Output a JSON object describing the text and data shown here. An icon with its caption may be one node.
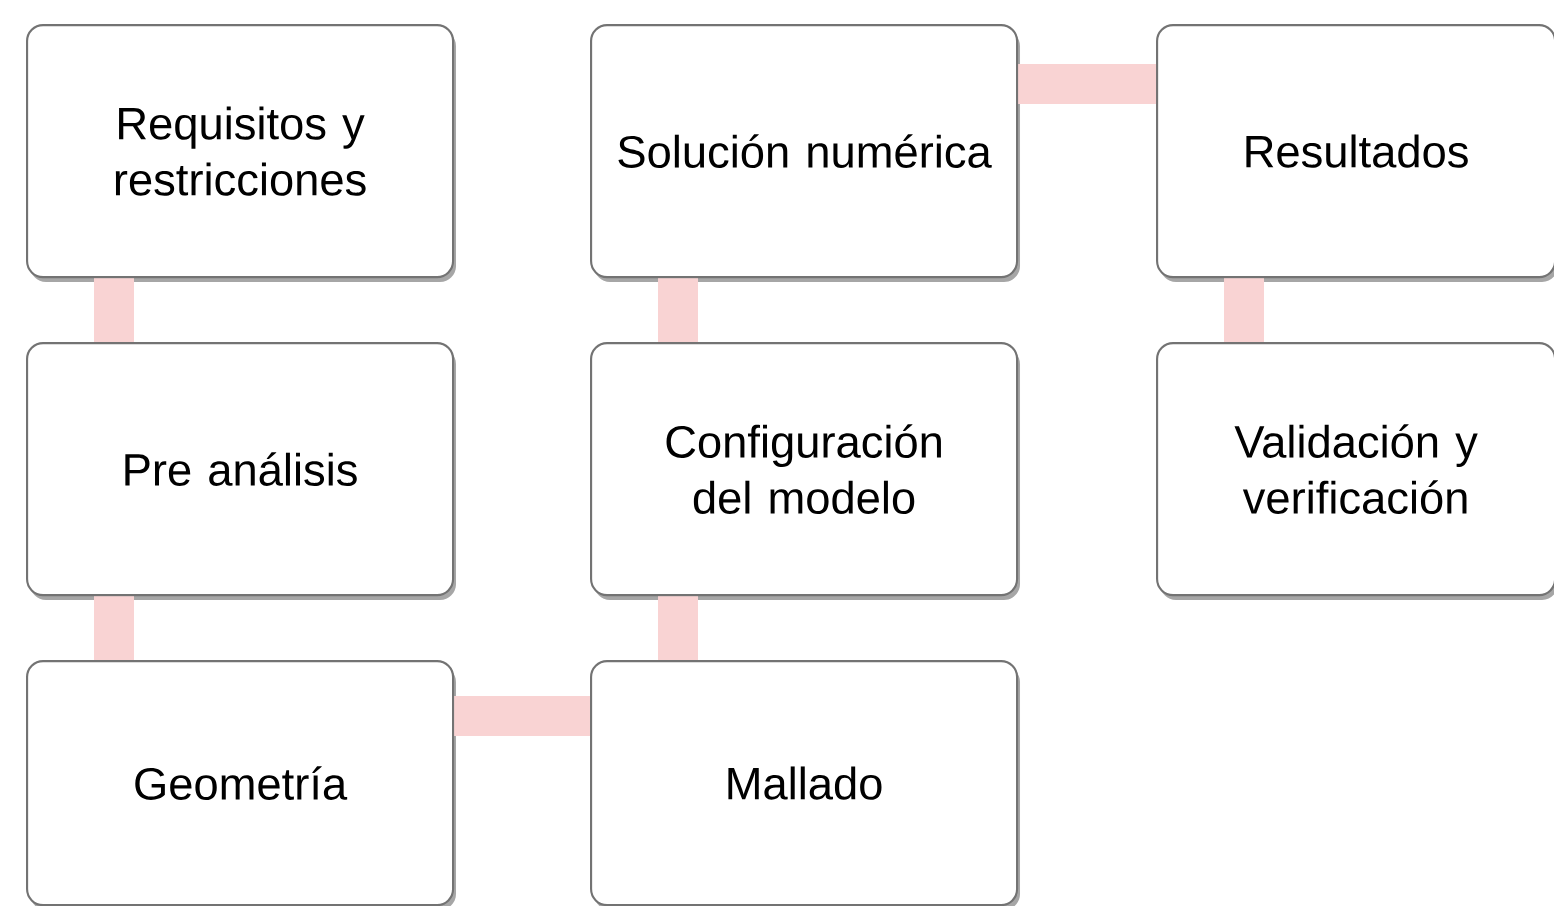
{
  "diagram": {
    "nodes": [
      {
        "text": [
          "Requisitos y restricciones"
        ]
      },
      {
        "text": [
          "Solución numérica"
        ]
      },
      {
        "text": [
          "Resultados"
        ]
      },
      {
        "text": [
          "Pre análisis"
        ]
      },
      {
        "text": [
          "Configuración del modelo"
        ]
      },
      {
        "text": [
          "Validación y verificación"
        ]
      },
      {
        "text": [
          "Geometría"
        ]
      },
      {
        "text": [
          "Mallado"
        ]
      }
    ],
    "edges": [
      {
        "from": 0,
        "to": 3,
        "arrow": "none"
      },
      {
        "from": 3,
        "to": 6,
        "arrow": "none"
      },
      {
        "from": 6,
        "to": 7,
        "arrow": "none"
      },
      {
        "from": 7,
        "to": 4,
        "arrow": "none"
      },
      {
        "from": 4,
        "to": 1,
        "arrow": "none"
      },
      {
        "from": 1,
        "to": 2,
        "arrow": "none"
      },
      {
        "from": 2,
        "to": 5,
        "arrow": "none"
      }
    ]
  }
}
